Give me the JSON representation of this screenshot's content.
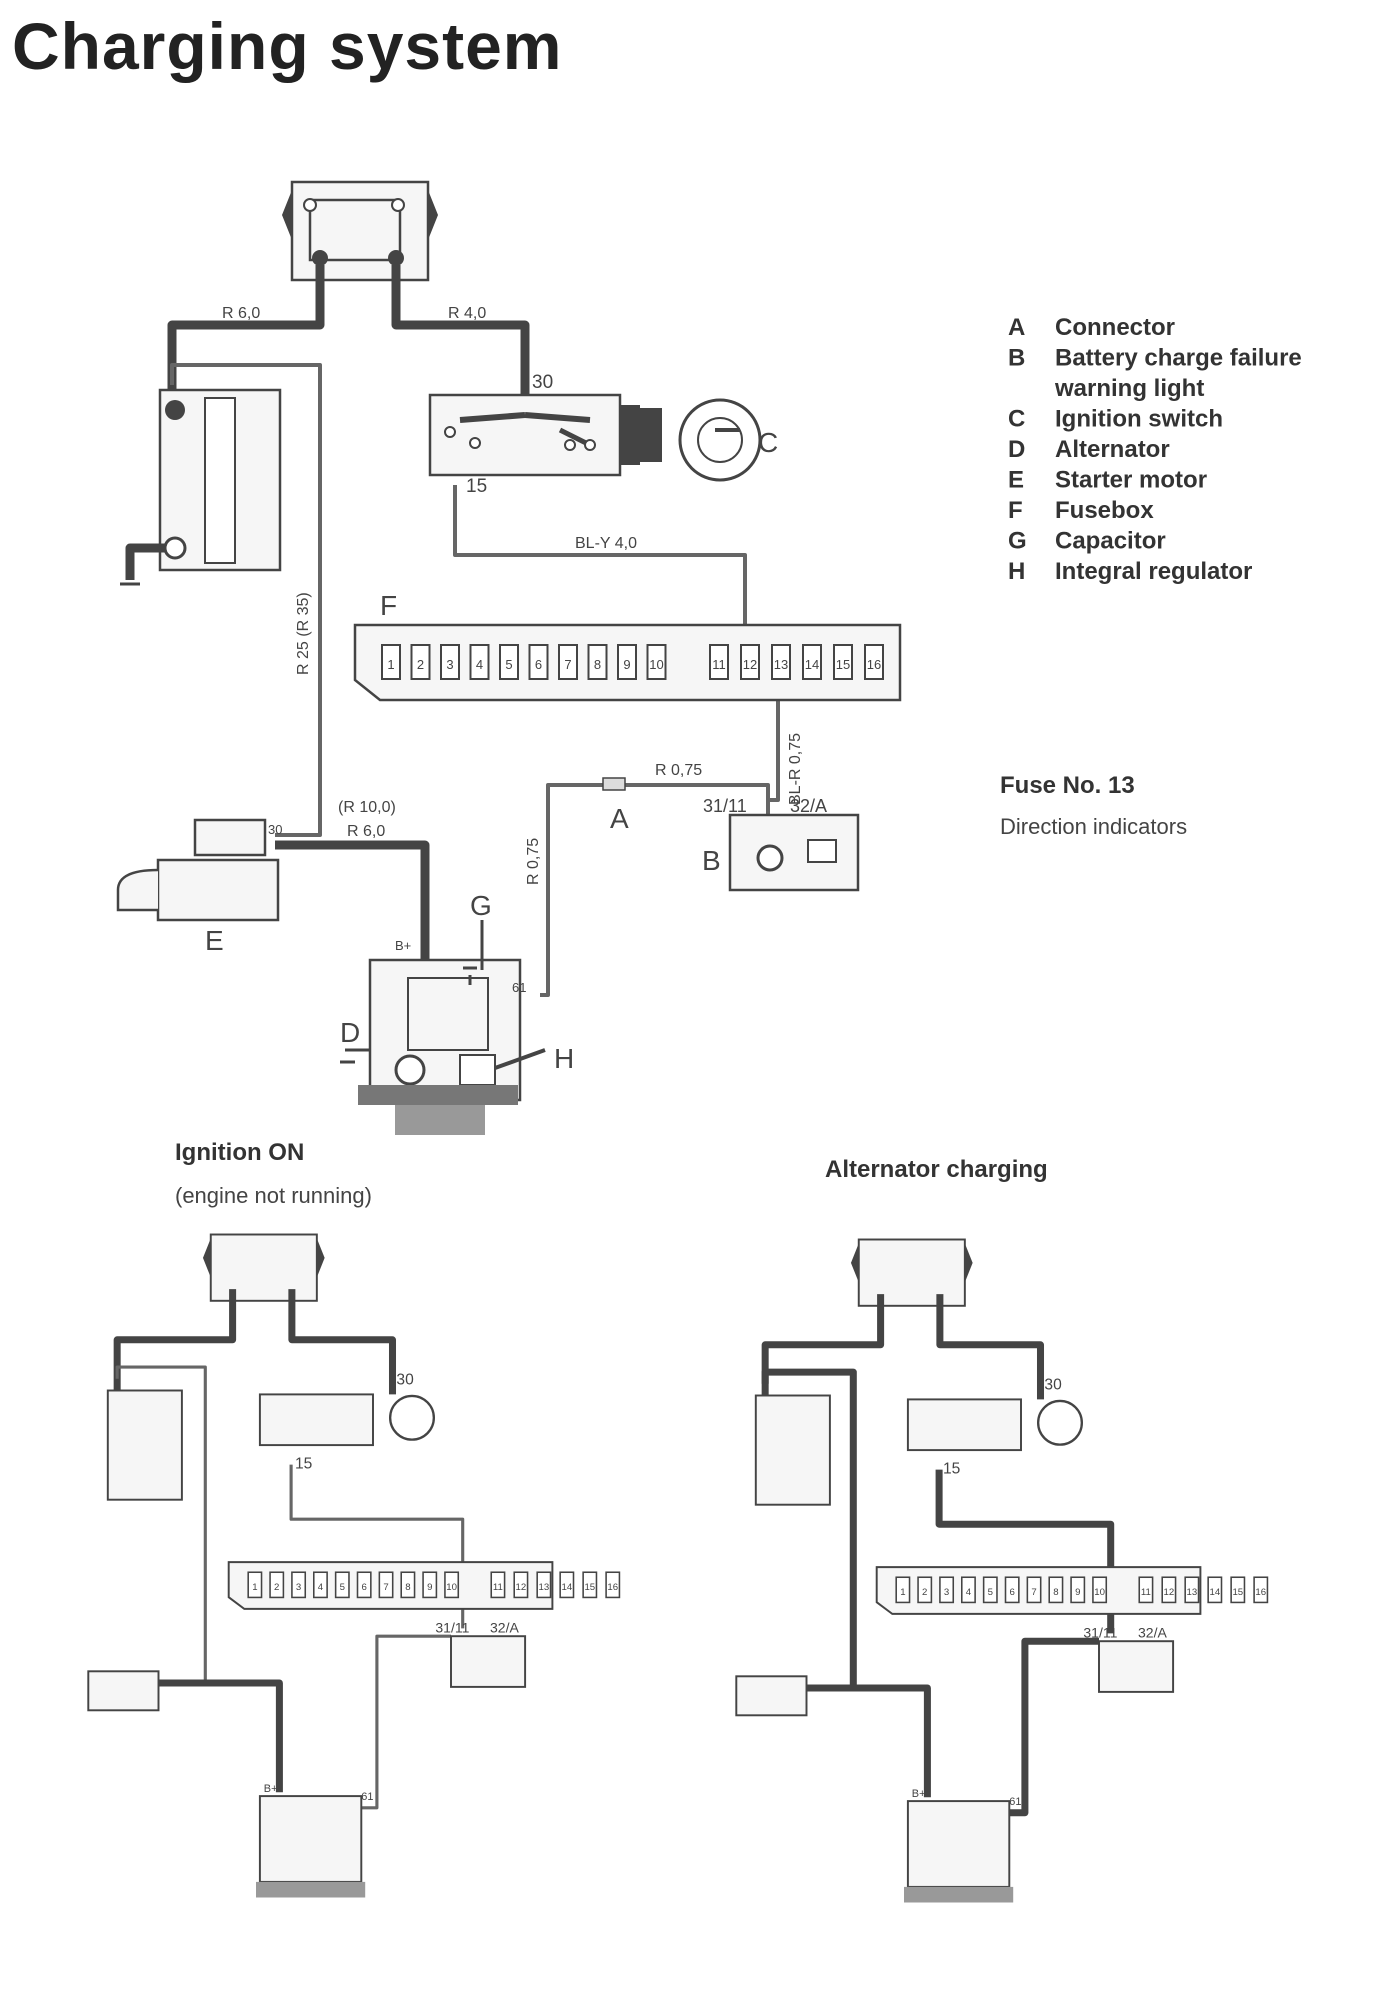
{
  "title": "Charging system",
  "legend": [
    {
      "key": "A",
      "text": "Connector"
    },
    {
      "key": "B",
      "text": "Battery charge failure"
    },
    {
      "key": "",
      "text": "warning light"
    },
    {
      "key": "C",
      "text": "Ignition switch"
    },
    {
      "key": "D",
      "text": "Alternator"
    },
    {
      "key": "E",
      "text": "Starter motor"
    },
    {
      "key": "F",
      "text": "Fusebox"
    },
    {
      "key": "G",
      "text": "Capacitor"
    },
    {
      "key": "H",
      "text": "Integral regulator"
    }
  ],
  "fuse_note": {
    "title": "Fuse No. 13",
    "text": "Direction indicators"
  },
  "wire_labels": {
    "r60_top": "R 6,0",
    "r40_top": "R 4,0",
    "t30": "30",
    "t15": "15",
    "bly": "BL-Y 4,0",
    "r25": "R 25  (R 35)",
    "r075_h": "R 0,75",
    "r075_v": "R 0,75",
    "blr": "BL-R 0,75",
    "r100": "(R 10,0)",
    "r60_b": "R 6,0",
    "t3111": "31/11",
    "t32a": "32/A",
    "starter30": "30",
    "bplus": "B+",
    "t61": "61"
  },
  "component_letters": {
    "A": "A",
    "B": "B",
    "C": "C",
    "D": "D",
    "E": "E",
    "F": "F",
    "G": "G",
    "H": "H"
  },
  "fuse_numbers": [
    "1",
    "2",
    "3",
    "4",
    "5",
    "6",
    "7",
    "8",
    "9",
    "10",
    "11",
    "12",
    "13",
    "14",
    "15",
    "16"
  ],
  "sub_diagrams": {
    "left_title": "Ignition ON",
    "left_subtitle": "(engine not running)",
    "right_title": "Alternator charging",
    "t30": "30",
    "t15": "15",
    "t3111": "31/11",
    "t32a": "32/A",
    "t61": "61",
    "bplus": "B+"
  }
}
